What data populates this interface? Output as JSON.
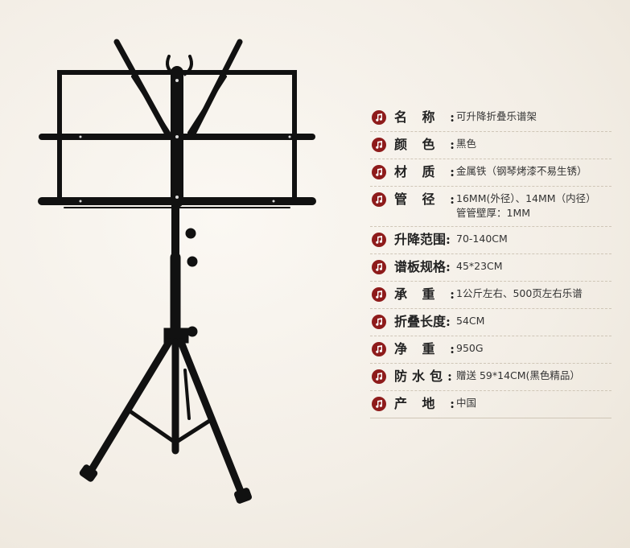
{
  "specs": [
    {
      "label_chars": [
        "名",
        "称"
      ],
      "colon": ":",
      "value": "可升降折叠乐谱架",
      "wide": false
    },
    {
      "label_chars": [
        "颜",
        "色"
      ],
      "colon": ":",
      "value": "黑色",
      "wide": false
    },
    {
      "label_chars": [
        "材",
        "质"
      ],
      "colon": ":",
      "value": "金属铁（钢琴烤漆不易生锈）",
      "wide": false
    },
    {
      "label_chars": [
        "管",
        "径"
      ],
      "colon": ":",
      "value": "16MM(外径）、14MM（内径）",
      "value2": "管管壁厚：1MM",
      "wide": false
    },
    {
      "label_chars": [
        "升降范围"
      ],
      "colon": ":",
      "value": "70-140CM",
      "wide": true
    },
    {
      "label_chars": [
        "谱板规格"
      ],
      "colon": ":",
      "value": "45*23CM",
      "wide": true
    },
    {
      "label_chars": [
        "承",
        "重"
      ],
      "colon": ":",
      "value": "1公斤左右、500页左右乐谱",
      "wide": false
    },
    {
      "label_chars": [
        "折叠长度"
      ],
      "colon": ":",
      "value": "54CM",
      "wide": true
    },
    {
      "label_chars": [
        "净",
        "重"
      ],
      "colon": ":",
      "value": "950G",
      "wide": false
    },
    {
      "label_chars": [
        "防水包"
      ],
      "colon": ":",
      "value": "赠送 59*14CM(黑色精品）",
      "wide": true
    },
    {
      "label_chars": [
        "产",
        "地"
      ],
      "colon": ":",
      "value": "中国",
      "wide": false
    }
  ],
  "icon": "music-note-icon",
  "colors": {
    "accent": "#8e1b1b",
    "stand": "#111111"
  }
}
